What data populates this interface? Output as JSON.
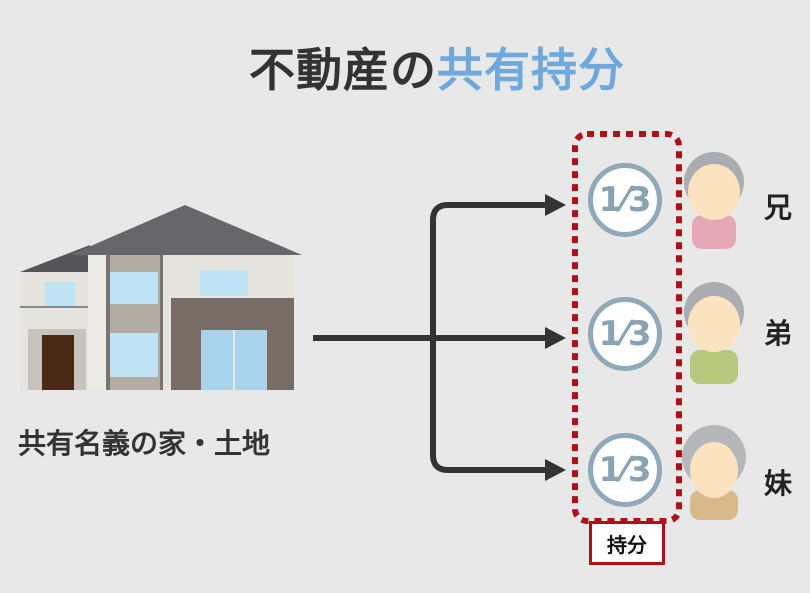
{
  "title": {
    "prefix": "不動産の",
    "accent": "共有持分"
  },
  "property_caption": "共有名義の家・土地",
  "shares": [
    {
      "fraction": "1⁄3",
      "name": "兄"
    },
    {
      "fraction": "1⁄3",
      "name": "弟"
    },
    {
      "fraction": "1⁄3",
      "name": "妹"
    }
  ],
  "share_label": "持分",
  "colors": {
    "accent": "#6fa8dc",
    "frame": "#b0101a",
    "circle": "#8fa9b8"
  }
}
